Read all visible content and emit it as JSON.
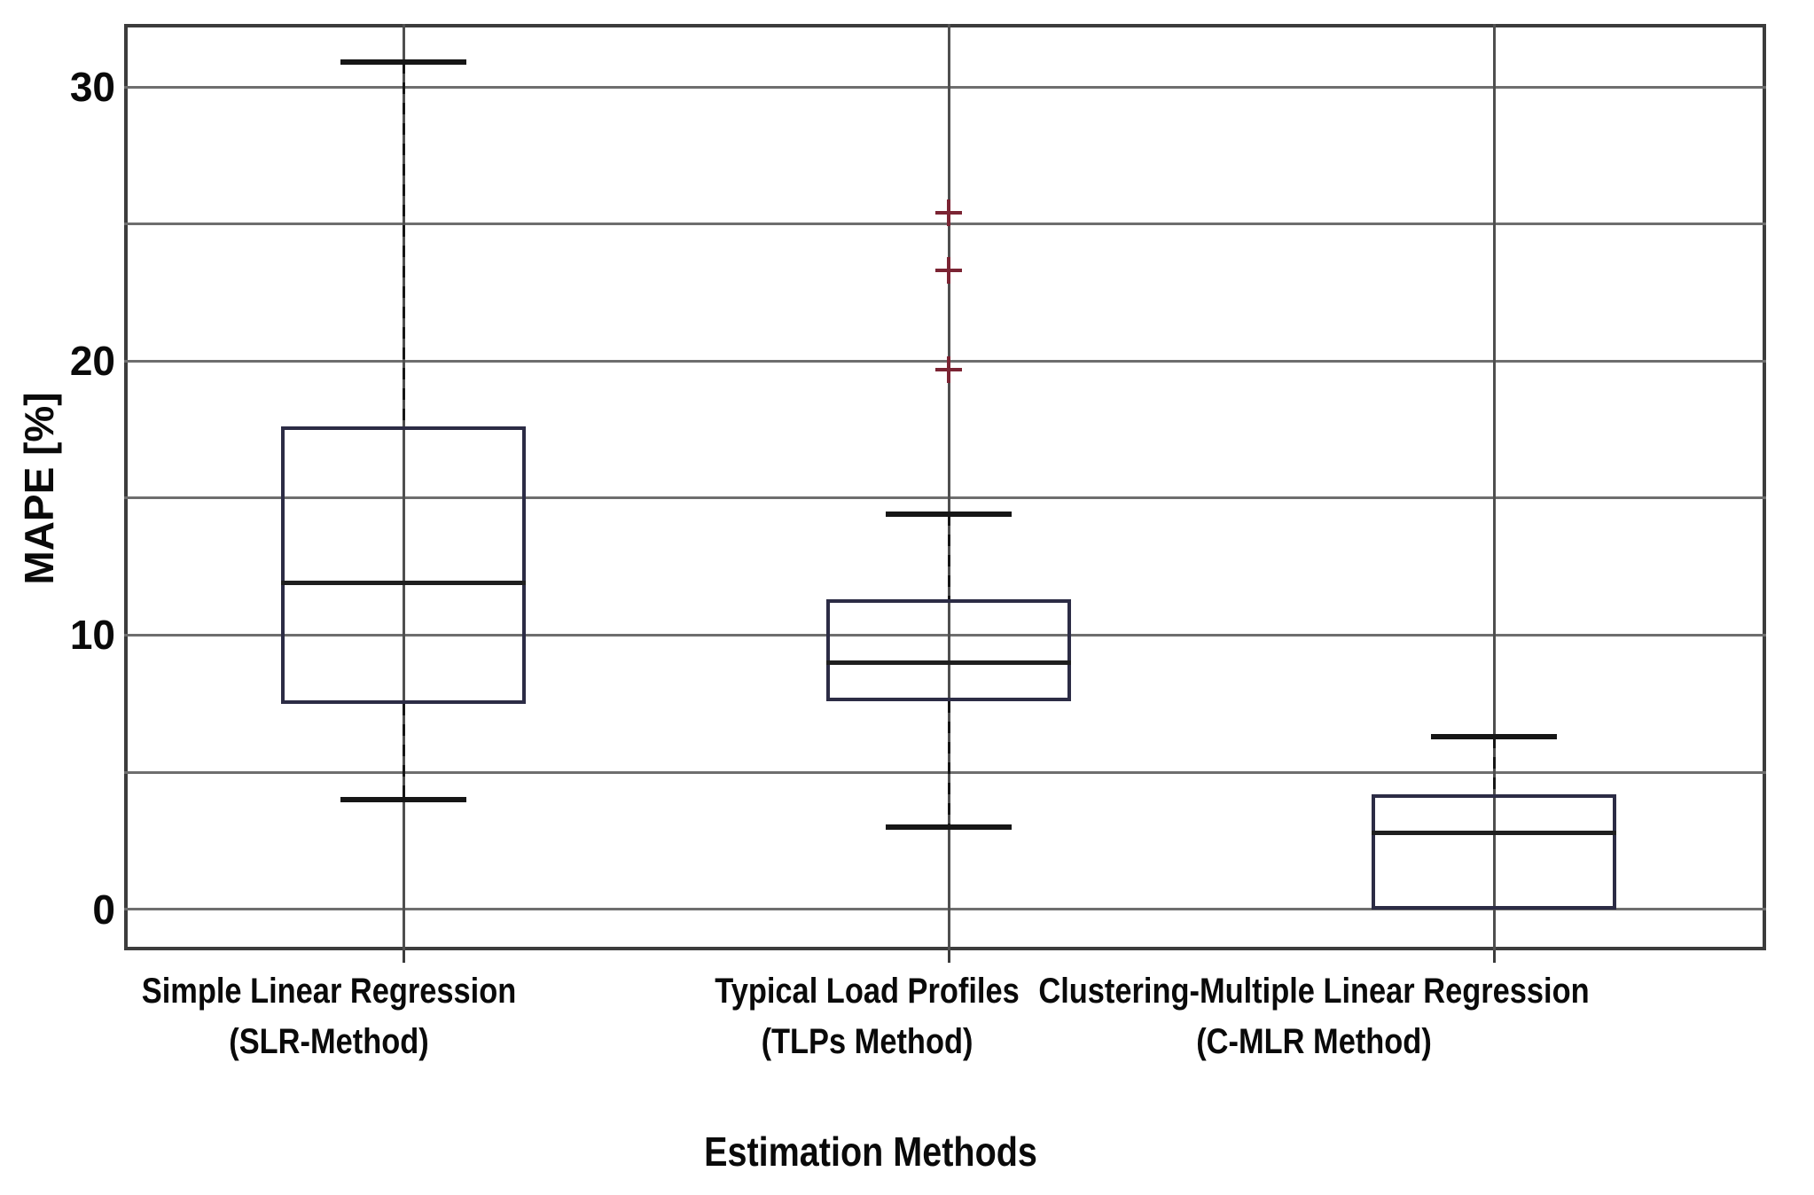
{
  "figure": {
    "background": "#ffffff"
  },
  "chart_data": {
    "type": "boxplot",
    "title": "",
    "ylabel": "MAPE [%]",
    "xlabel": "Estimation Methods",
    "ylim": [
      -1.5,
      32.3
    ],
    "grid": true,
    "gridline_values": [
      0,
      5,
      10,
      15,
      20,
      25,
      30
    ],
    "yticks": [
      {
        "value": 0,
        "label": "0"
      },
      {
        "value": 10,
        "label": "10"
      },
      {
        "value": 20,
        "label": "20"
      },
      {
        "value": 30,
        "label": "30"
      }
    ],
    "categories": [
      {
        "line1": "Simple Linear Regression",
        "line2": "(SLR-Method)"
      },
      {
        "line1": "Typical Load Profiles",
        "line2": "(TLPs Method)"
      },
      {
        "line1": "Clustering-Multiple Linear Regression",
        "line2": "(C-MLR Method)"
      }
    ],
    "series": [
      {
        "name": "SLR-Method",
        "whisker_low": 4.0,
        "q1": 7.5,
        "median": 11.9,
        "q3": 17.6,
        "whisker_high": 30.9,
        "outliers": []
      },
      {
        "name": "TLPs Method",
        "whisker_low": 3.0,
        "q1": 7.6,
        "median": 9.0,
        "q3": 11.3,
        "whisker_high": 14.4,
        "outliers": [
          19.7,
          23.3,
          25.4
        ]
      },
      {
        "name": "C-MLR Method",
        "whisker_low": 0.0,
        "q1": 0.0,
        "median": 2.8,
        "q3": 4.2,
        "whisker_high": 6.3,
        "outliers": []
      }
    ],
    "colors": {
      "box_edge": "#2c2c45",
      "median": "#1f1f1f",
      "whisker": "#161616",
      "cap": "#161616",
      "outlier": "#7b2433",
      "grid_h": "#6e6e6e",
      "grid_v": "#4f4f4f",
      "border": "#3c3c3c",
      "text": "#0a0a0a"
    }
  }
}
